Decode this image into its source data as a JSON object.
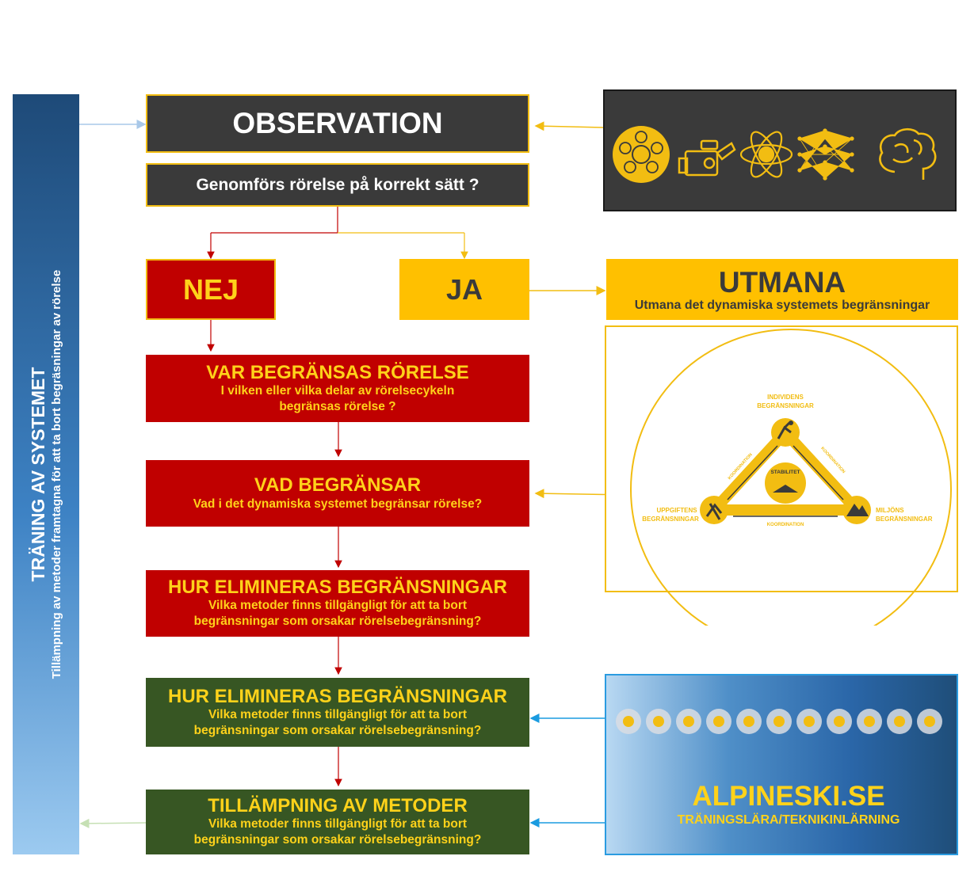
{
  "sidebar": {
    "title": "TRÄNING AV SYSTEMET",
    "subtitle": "Tillämpning av metoder framtagna för att ta bort begräsningar av rörelse"
  },
  "observation": {
    "title": "OBSERVATION",
    "question": "Genomförs rörelse på korrekt sätt ?"
  },
  "nej": {
    "label": "NEJ"
  },
  "ja": {
    "label": "JA"
  },
  "utmana": {
    "title": "UTMANA",
    "subtitle": "Utmana det dynamiska systemets begränsningar"
  },
  "steps": [
    {
      "title": "VAR BEGRÄNSAS RÖRELSE",
      "text1": "I vilken eller vilka delar av rörelsecykeln",
      "text2": "begränsas rörelse ?"
    },
    {
      "title": "VAD BEGRÄNSAR",
      "text1": "Vad i det dynamiska systemet begränsar rörelse?",
      "text2": ""
    },
    {
      "title": "HUR ELIMINERAS BEGRÄNSNINGAR",
      "text1": "Vilka metoder finns tillgängligt för att ta bort",
      "text2": "begränsningar som orsakar rörelsebegränsning?"
    },
    {
      "title": "HUR ELIMINERAS BEGRÄNSNINGAR",
      "text1": "Vilka metoder finns tillgängligt för att ta bort",
      "text2": "begränsningar som orsakar rörelsebegränsning?"
    },
    {
      "title": "TILLÄMPNING AV METODER",
      "text1": "Vilka metoder finns tillgängligt för att ta bort",
      "text2": "begränsningar som orsakar rörelsebegränsning?"
    }
  ],
  "triangle": {
    "top": "INDIVIDENS",
    "top2": "BEGRÄNSNINGAR",
    "left": "UPPGIFTENS",
    "left2": "BEGRÄNSNINGAR",
    "right": "MILJÖNS",
    "right2": "BEGRÄNSNINGAR",
    "center": "STABILITET",
    "edge_left": "KOORDINATION",
    "edge_right": "KOORDINATION",
    "edge_bottom": "KOORDINATION"
  },
  "alpineski": {
    "title": "ALPINESKI.SE",
    "subtitle": "TRÄNINGSLÄRA/TEKNIKINLÄRNING"
  },
  "icons": [
    "eye-brain-icon",
    "camera-icon",
    "atom-icon",
    "network-icon",
    "brain-icon"
  ],
  "colors": {
    "dark": "#3a3a3a",
    "red": "#c00000",
    "green": "#375623",
    "yellow": "#ffc000",
    "gold": "#f2bd12",
    "blue": "#1f4e79"
  }
}
